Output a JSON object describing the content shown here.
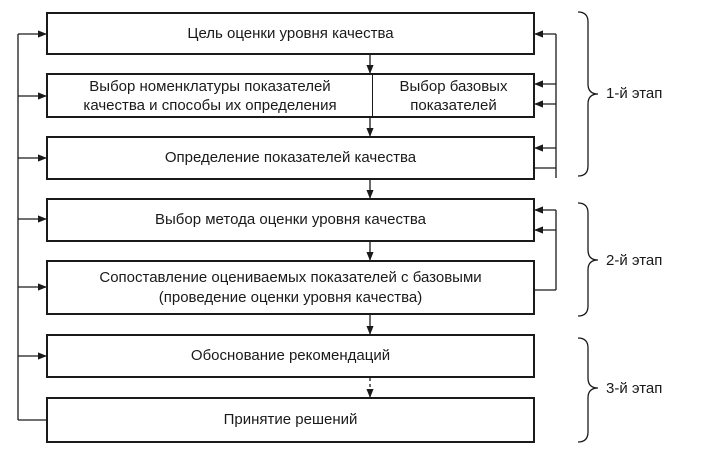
{
  "boxes": {
    "goal": "Цель оценки уровня качества",
    "nomenclature": {
      "line1": "Выбор номенклатуры показателей",
      "line2": "качества и способы их определения"
    },
    "base_selection": {
      "line1": "Выбор базовых",
      "line2": "показателей"
    },
    "determination": "Определение показателей качества",
    "method": "Выбор метода оценки уровня качества",
    "comparison": {
      "line1": "Сопоставление оцениваемых показателей с базовыми",
      "line2": "(проведение оценки уровня качества)"
    },
    "recommendations": "Обоснование рекомендаций",
    "decision": "Принятие решений"
  },
  "stages": {
    "stage1": "1-й этап",
    "stage2": "2-й этап",
    "stage3": "3-й этап"
  },
  "colors": {
    "line": "#1a1a1a"
  }
}
